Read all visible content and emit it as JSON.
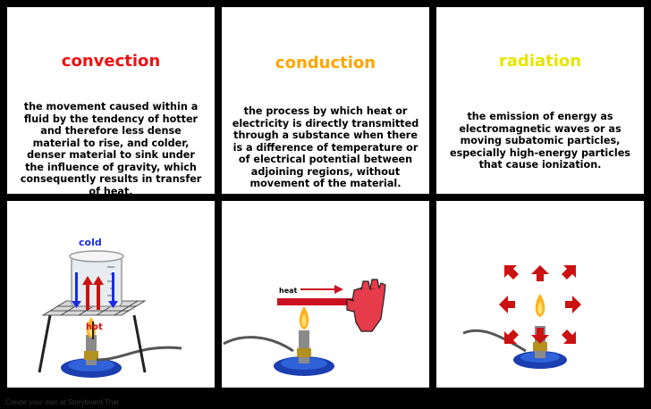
{
  "panels": [
    {
      "title": "convection",
      "title_color": "#ee1111",
      "description": "the movement caused within a fluid by the tendency of hotter and therefore less dense material to rise, and colder, denser material to sink under the influence of gravity, which consequently results in transfer of heat."
    },
    {
      "title": "conduction",
      "title_color": "#ffa500",
      "description": "the process by which heat or electricity is directly transmitted through a substance when there is a difference of temperature or of electrical potential between adjoining regions, without movement of the material."
    },
    {
      "title": "radiation",
      "title_color": "#eeee00",
      "description": "the emission of energy as electromagnetic waves or as moving subatomic particles, especially high-energy particles that cause ionization."
    }
  ],
  "scenes": {
    "convection": {
      "cold_label": "cold",
      "hot_label": "hot",
      "cold_color": "#1a2ce0",
      "hot_color": "#cc1111"
    },
    "conduction": {
      "heat_label": "heat",
      "rod_color": "#cc1122"
    },
    "radiation": {
      "arrow_color": "#cc1111"
    }
  },
  "footer": "Create your own at Storyboard That"
}
